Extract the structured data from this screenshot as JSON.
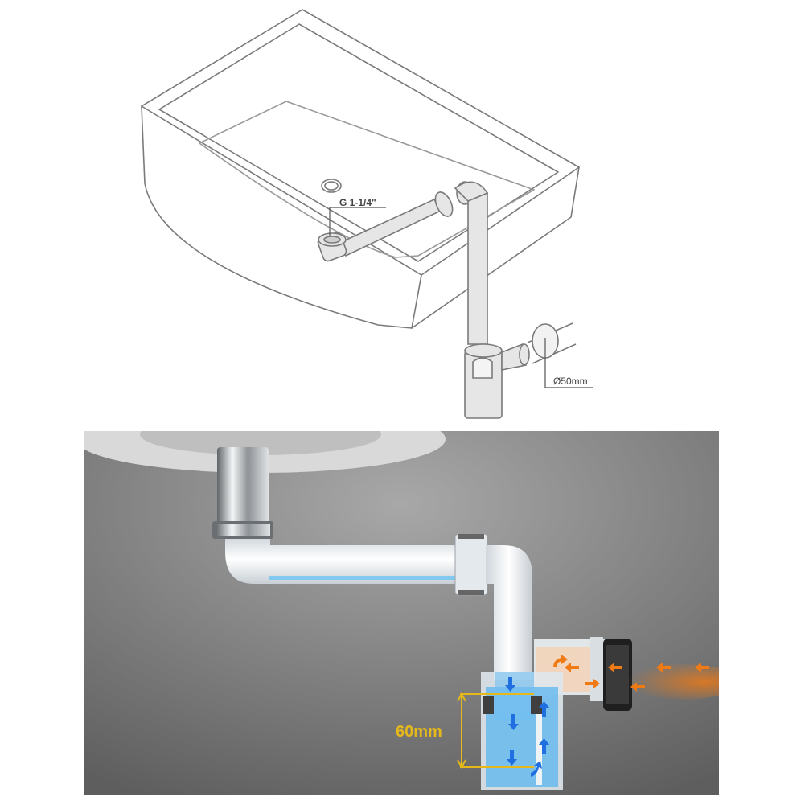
{
  "top_diagram": {
    "thread_label": "G 1-1/4\"",
    "pipe_diameter_label": "Ø50mm"
  },
  "bottom_diagram": {
    "water_seal_label": "60mm"
  },
  "colors": {
    "background": "#ffffff",
    "line_art": "#7a7a7a",
    "scene_background": "#7d7d7d",
    "pipe": "#e9eef2",
    "water": "#5bb6f0",
    "flow_arrow_down": "#1f6fe0",
    "sewer_gas_arrow": "#f07a14",
    "dimension_line": "#e6b81a",
    "chrome": "#b8bcc0"
  },
  "icons": [
    "water-flow-arrow-icon",
    "sewer-gas-arrow-icon"
  ]
}
